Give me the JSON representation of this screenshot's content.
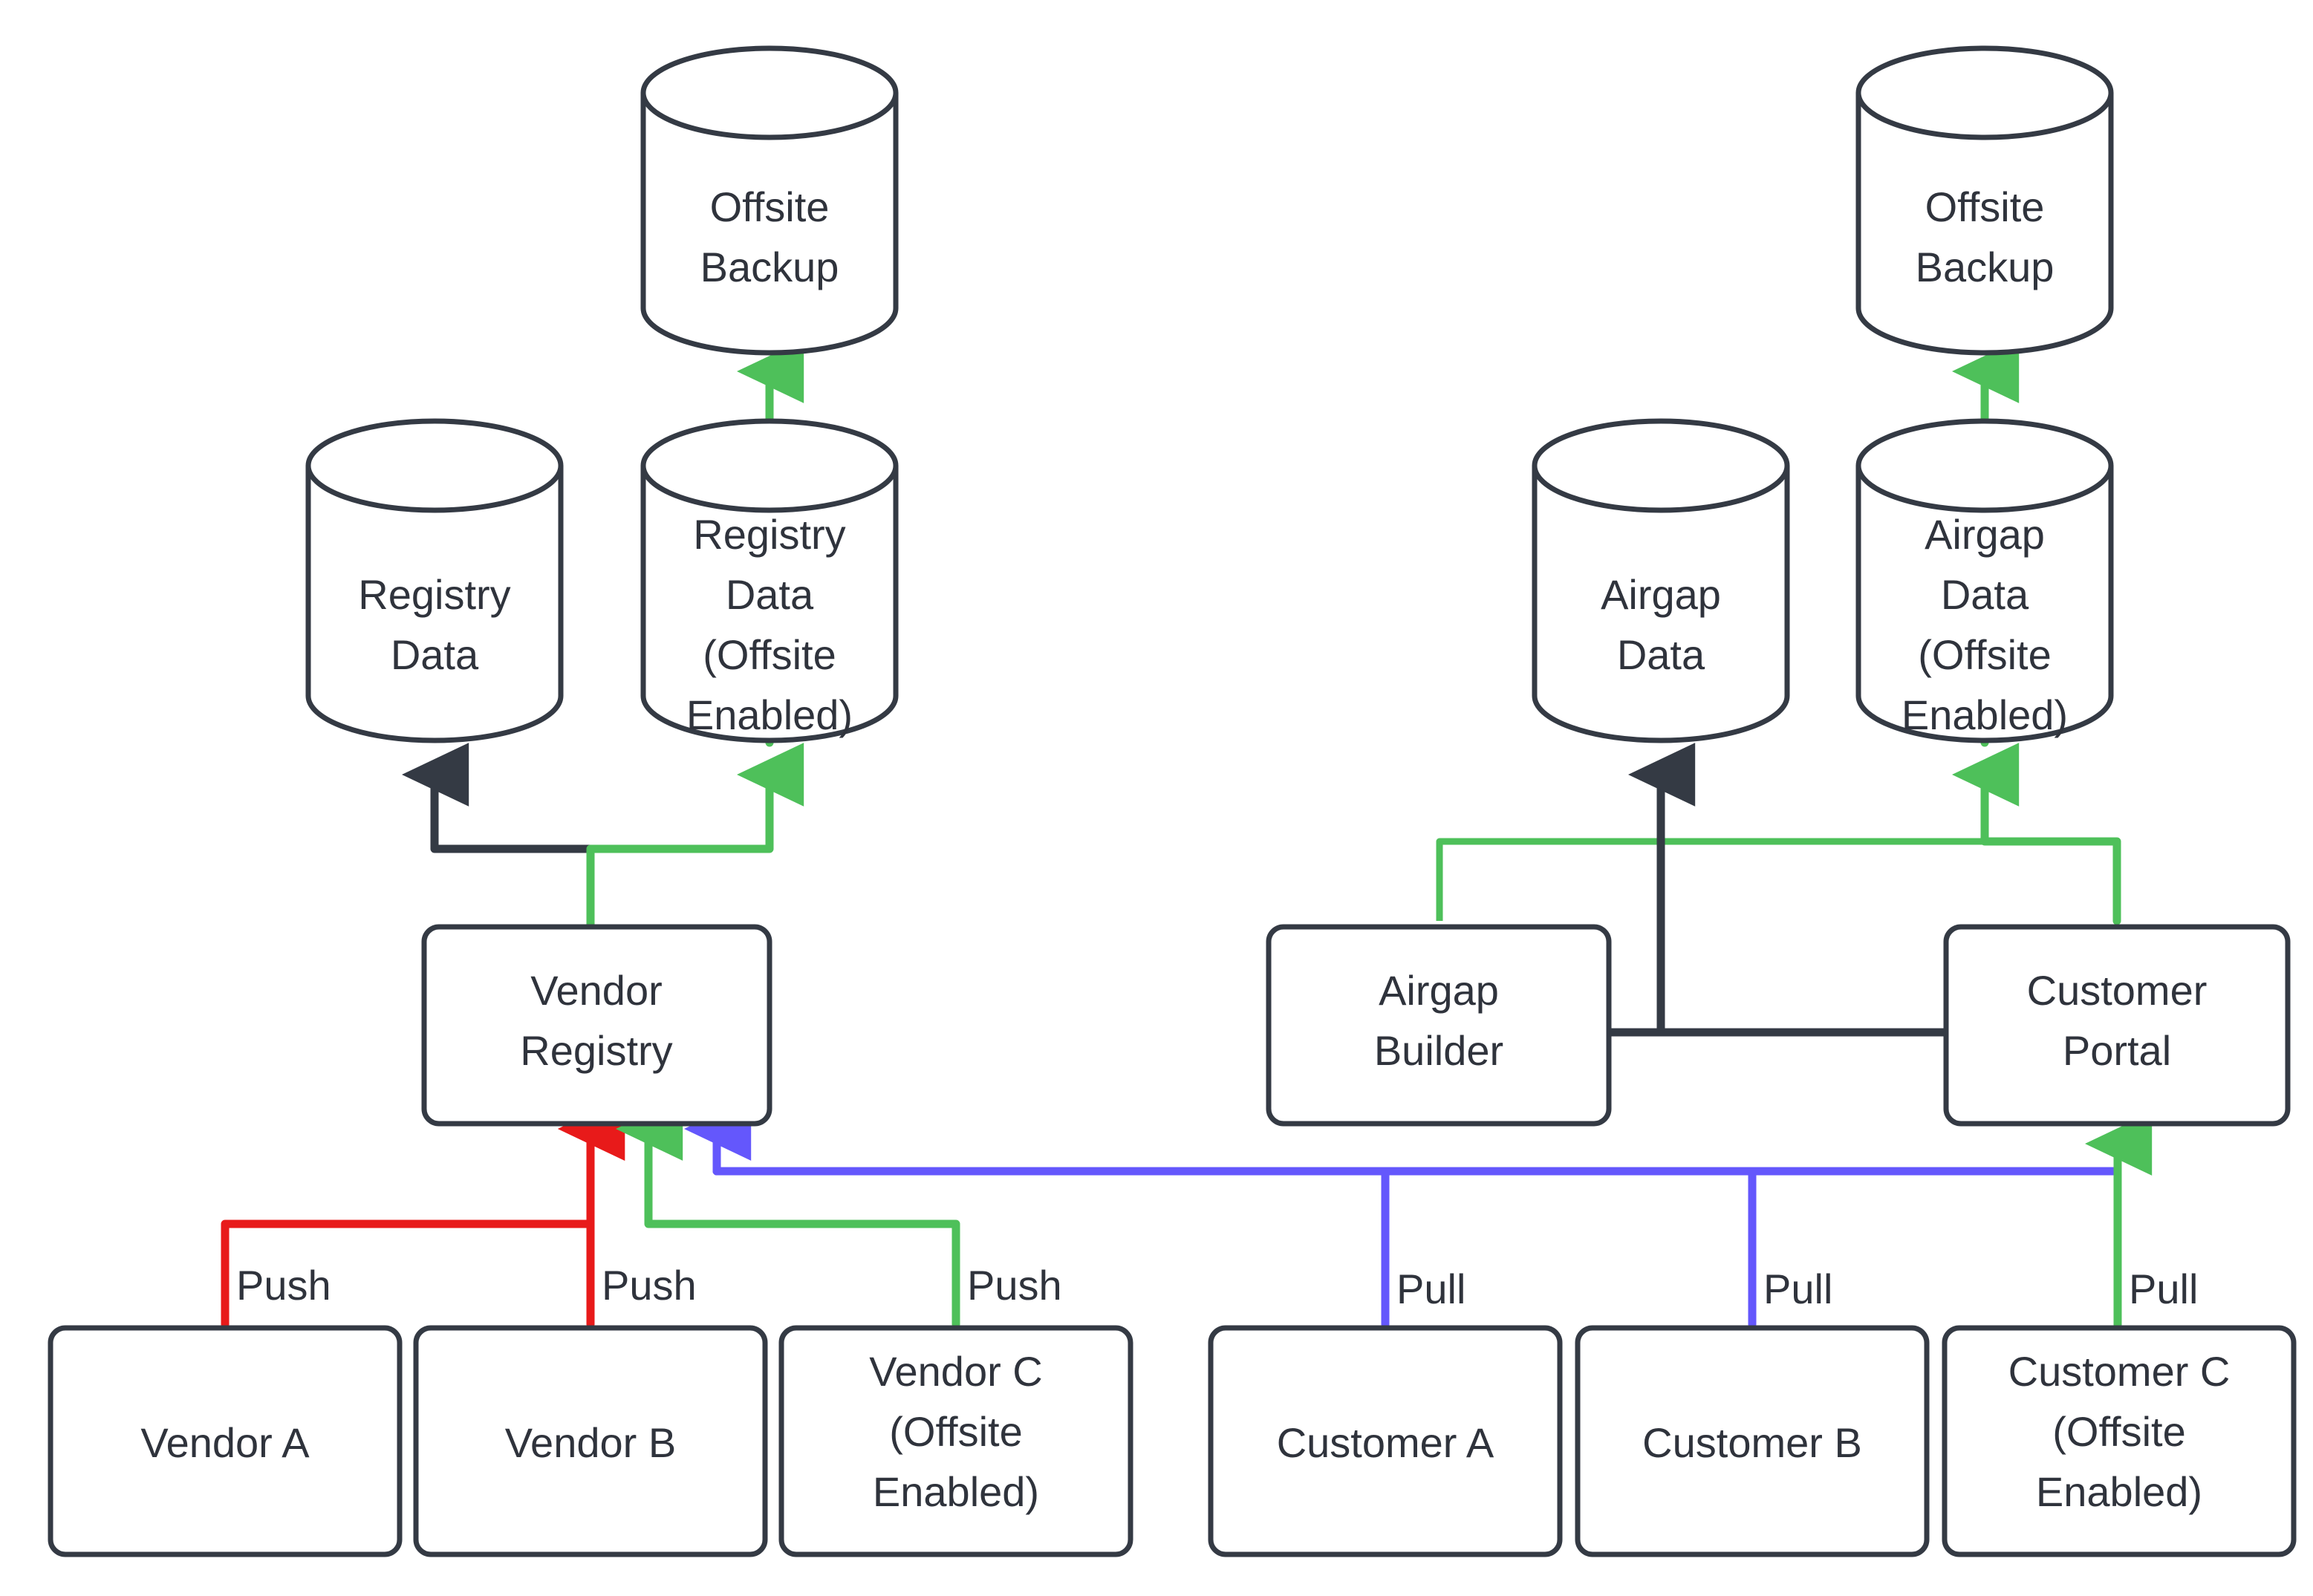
{
  "diagram": {
    "type": "flowchart",
    "background_color": "#ffffff",
    "colors": {
      "node_stroke": "#343A44",
      "node_fill": "#ffffff",
      "text": "#2F333C",
      "edge_default": "#343A44",
      "edge_green": "#4EC05A",
      "edge_red": "#E81A1A",
      "edge_blue": "#6457FC"
    },
    "nodes": [
      {
        "id": "offsite-backup-left",
        "shape": "cylinder",
        "label": "Offsite\nBackup",
        "lines": [
          "Offsite",
          "Backup"
        ]
      },
      {
        "id": "registry-data",
        "shape": "cylinder",
        "label": "Registry\nData",
        "lines": [
          "Registry",
          "Data"
        ]
      },
      {
        "id": "registry-data-offsite",
        "shape": "cylinder",
        "label": "Registry\nData\n(Offsite\nEnabled)",
        "lines": [
          "Registry",
          "Data",
          "(Offsite",
          "Enabled)"
        ]
      },
      {
        "id": "vendor-registry",
        "shape": "box",
        "label": "Vendor\nRegistry",
        "lines": [
          "Vendor",
          "Registry"
        ]
      },
      {
        "id": "vendor-a",
        "shape": "box",
        "label": "Vendor A",
        "lines": [
          "Vendor A"
        ]
      },
      {
        "id": "vendor-b",
        "shape": "box",
        "label": "Vendor B",
        "lines": [
          "Vendor B"
        ]
      },
      {
        "id": "vendor-c",
        "shape": "box",
        "label": "Vendor C\n(Offsite\nEnabled)",
        "lines": [
          "Vendor C",
          "(Offsite",
          "Enabled)"
        ]
      },
      {
        "id": "offsite-backup-right",
        "shape": "cylinder",
        "label": "Offsite\nBackup",
        "lines": [
          "Offsite",
          "Backup"
        ]
      },
      {
        "id": "airgap-data",
        "shape": "cylinder",
        "label": "Airgap\nData",
        "lines": [
          "Airgap",
          "Data"
        ]
      },
      {
        "id": "airgap-data-offsite",
        "shape": "cylinder",
        "label": "Airgap\nData\n(Offsite\nEnabled)",
        "lines": [
          "Airgap",
          "Data",
          "(Offsite",
          "Enabled)"
        ]
      },
      {
        "id": "airgap-builder",
        "shape": "box",
        "label": "Airgap\nBuilder",
        "lines": [
          "Airgap",
          "Builder"
        ]
      },
      {
        "id": "customer-portal",
        "shape": "box",
        "label": "Customer\nPortal",
        "lines": [
          "Customer",
          "Portal"
        ]
      },
      {
        "id": "customer-a",
        "shape": "box",
        "label": "Customer A",
        "lines": [
          "Customer A"
        ]
      },
      {
        "id": "customer-b",
        "shape": "box",
        "label": "Customer B",
        "lines": [
          "Customer B"
        ]
      },
      {
        "id": "customer-c",
        "shape": "box",
        "label": "Customer C\n(Offsite\nEnabled)",
        "lines": [
          "Customer C",
          "(Offsite",
          "Enabled)"
        ]
      }
    ],
    "edges": [
      {
        "id": "e-regoffsite-backup",
        "from": "registry-data-offsite",
        "to": "offsite-backup-left",
        "color": "#4EC05A",
        "label": ""
      },
      {
        "id": "e-vr-regdata",
        "from": "vendor-registry",
        "to": "registry-data",
        "color": "#343A44",
        "label": ""
      },
      {
        "id": "e-vr-regoffsite",
        "from": "vendor-registry",
        "to": "registry-data-offsite",
        "color": "#4EC05A",
        "label": ""
      },
      {
        "id": "e-va-vr",
        "from": "vendor-a",
        "to": "vendor-registry",
        "color": "#E81A1A",
        "label": "Push"
      },
      {
        "id": "e-vb-vr",
        "from": "vendor-b",
        "to": "vendor-registry",
        "color": "#E81A1A",
        "label": "Push"
      },
      {
        "id": "e-vc-vr",
        "from": "vendor-c",
        "to": "vendor-registry",
        "color": "#4EC05A",
        "label": "Push"
      },
      {
        "id": "e-agoffsite-backup",
        "from": "airgap-data-offsite",
        "to": "offsite-backup-right",
        "color": "#4EC05A",
        "label": ""
      },
      {
        "id": "e-cp-agdata",
        "from": "customer-portal",
        "to": "airgap-data",
        "color": "#343A44",
        "label": ""
      },
      {
        "id": "e-cp-agoffsite",
        "from": "customer-portal",
        "to": "airgap-data-offsite",
        "color": "#4EC05A",
        "label": ""
      },
      {
        "id": "e-ab-agoffsite",
        "from": "airgap-builder",
        "to": "airgap-data-offsite",
        "color": "#4EC05A",
        "label": ""
      },
      {
        "id": "e-ab-cp",
        "from": "airgap-builder",
        "to": "customer-portal",
        "color": "#343A44",
        "label": ""
      },
      {
        "id": "e-ca-vr",
        "from": "customer-a",
        "to": "vendor-registry",
        "color": "#6457FC",
        "label": "Pull"
      },
      {
        "id": "e-cb-vr",
        "from": "customer-b",
        "to": "vendor-registry",
        "color": "#6457FC",
        "label": "Pull"
      },
      {
        "id": "e-cc-cp",
        "from": "customer-c",
        "to": "customer-portal",
        "color": "#4EC05A",
        "label": "Pull"
      }
    ],
    "edge_labels": [
      {
        "id": "lbl-push-1",
        "text": "Push"
      },
      {
        "id": "lbl-push-2",
        "text": "Push"
      },
      {
        "id": "lbl-push-3",
        "text": "Push"
      },
      {
        "id": "lbl-pull-1",
        "text": "Pull"
      },
      {
        "id": "lbl-pull-2",
        "text": "Pull"
      },
      {
        "id": "lbl-pull-3",
        "text": "Pull"
      }
    ]
  }
}
